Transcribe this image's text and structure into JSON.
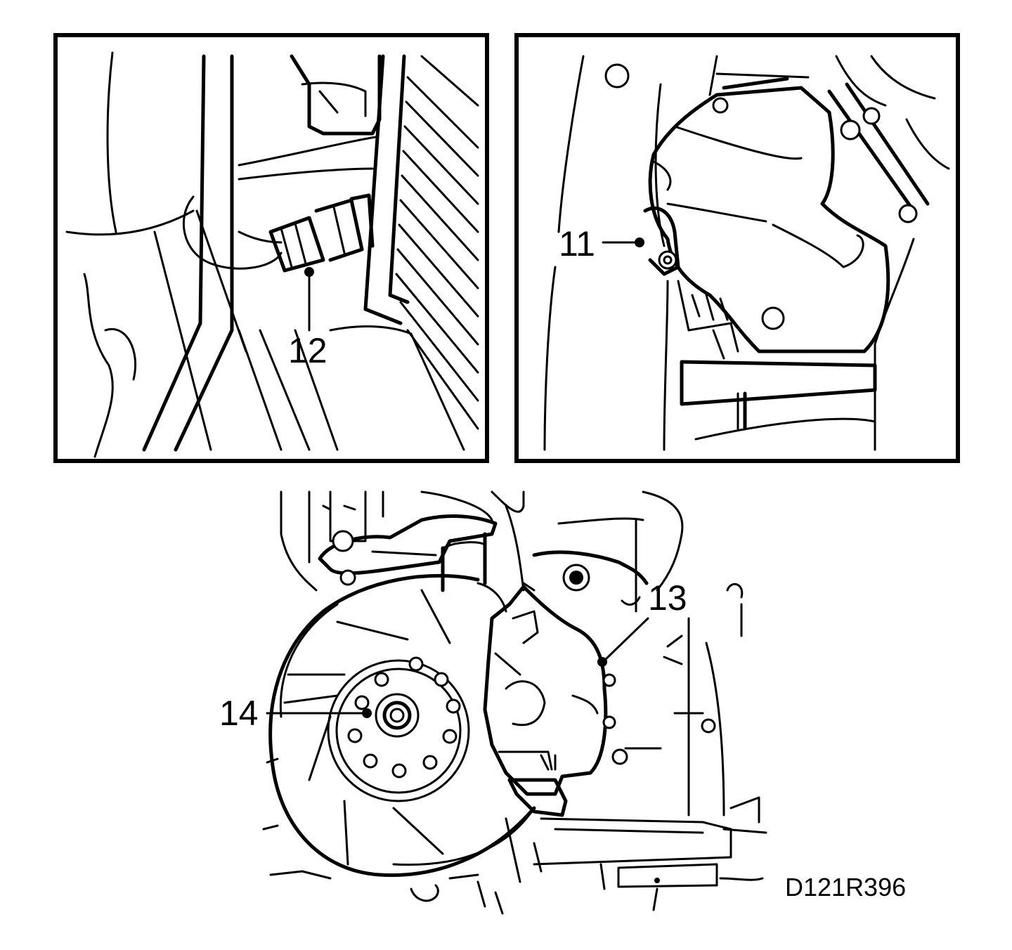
{
  "callouts": {
    "c11": "11",
    "c12": "12",
    "c13": "13",
    "c14": "14"
  },
  "drawing_code": "D121R396"
}
